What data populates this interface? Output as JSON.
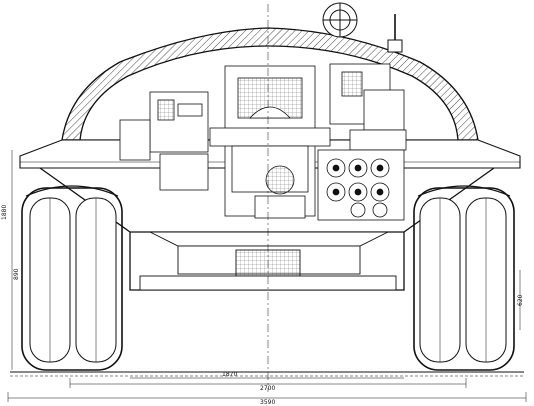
{
  "drawing": {
    "kind": "technical cross-section",
    "line_color": "#111111",
    "background": "#ffffff",
    "hatch_color": "#333333"
  },
  "dimensions": {
    "bottom_overall": "3590",
    "bottom_track_gauge": "2700",
    "inner_span": "1870",
    "left_side_vertical": "1880",
    "left_lower_vertical": "890",
    "right_lower_vertical": "620"
  }
}
